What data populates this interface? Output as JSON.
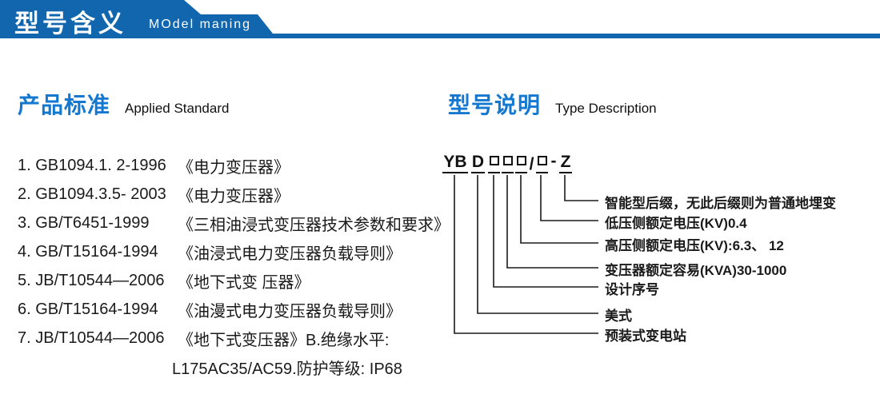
{
  "header": {
    "title": "型号含义",
    "subtitle": "MOdel maning"
  },
  "standards_section": {
    "title_zh": "产品标准",
    "title_en": "Applied Standard"
  },
  "model_section": {
    "title_zh": "型号说明",
    "title_en": "Type Description"
  },
  "standards": {
    "items": [
      {
        "code": "1. GB1094.1. 2-1996",
        "title": "《电力变压器》"
      },
      {
        "code": "2. GB1094.3.5- 2003",
        "title": "《电力变压器》"
      },
      {
        "code": "3. GB/T6451-1999",
        "title": "《三相油浸式变压器技术参数和要求》"
      },
      {
        "code": "4. GB/T15164-1994",
        "title": "《油浸式电力变压器负载导则》"
      },
      {
        "code": "5. JB/T10544—2006",
        "title": "《地下式变 压器》"
      },
      {
        "code": "6. GB/T15164-1994",
        "title": "《油漫式电力变压器负载导则》"
      },
      {
        "code": "7. JB/T10544—2006",
        "title": "《地下式变压器》B.绝缘水平:"
      }
    ],
    "continuation": "L175AC35/AC59.防护等级: IP68"
  },
  "diagram": {
    "code_text": "YB D □□□/□ - Z",
    "prefix": "YB",
    "series": "D",
    "slash": "/",
    "dash": "-",
    "suffix": "Z",
    "labels": [
      "智能型后缀，无此后缀则为普通地埋变",
      "低压侧额定电压(KV)0.4",
      "高压侧额定电压(KV):6.3、 12",
      "变压器额定容易(KVA)30-1000",
      "设计序号",
      "美式",
      "预装式变电站"
    ]
  },
  "colors": {
    "header_blue": "#1266ae",
    "title_blue": "#1478d0",
    "text": "#1a1a1a"
  }
}
